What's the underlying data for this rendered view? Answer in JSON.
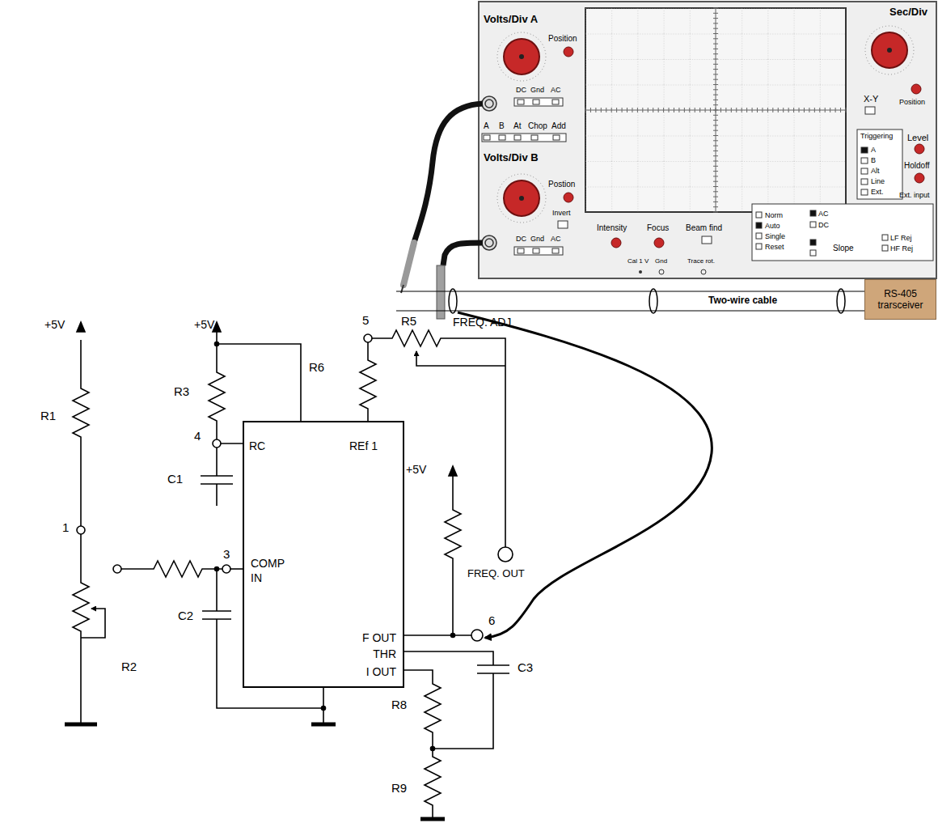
{
  "diagram": {
    "nodes": [
      {
        "text": [
          "RC",
          "REf 1",
          "COMP IN",
          "F OUT",
          "THR",
          "I OUT"
        ]
      },
      {
        "text": [
          "RS-405 trarsceiver"
        ]
      }
    ],
    "labels": [
      "Volts/Div A",
      "Position",
      "DC",
      "Gnd",
      "AC",
      "A",
      "B",
      "At",
      "Chop",
      "Add",
      "Volts/Div B",
      "Postion",
      "Invert",
      "DC",
      "Gnd",
      "AC",
      "Intensity",
      "Focus",
      "Beam find",
      "Cal 1 V",
      "Gnd",
      "Trace rot.",
      "Norm",
      "Auto",
      "Single",
      "Reset",
      "AC",
      "DC",
      "Slope",
      "LF Rej",
      "HF Rej",
      "Sec/Div",
      "X-Y",
      "Position",
      "Triggering",
      "A",
      "B",
      "Alt",
      "Line",
      "Ext.",
      "Level",
      "Holdoff",
      "Ext. input",
      "Two-wire cable",
      "+5V",
      "R1",
      "1",
      "R2",
      "+5V",
      "R3",
      "4",
      "C1",
      "5",
      "R5",
      "FREQ. ADJ",
      "R6",
      "+5V",
      "FREQ. OUT",
      "6",
      "3",
      "C2",
      "C3",
      "R8",
      "R9"
    ]
  }
}
